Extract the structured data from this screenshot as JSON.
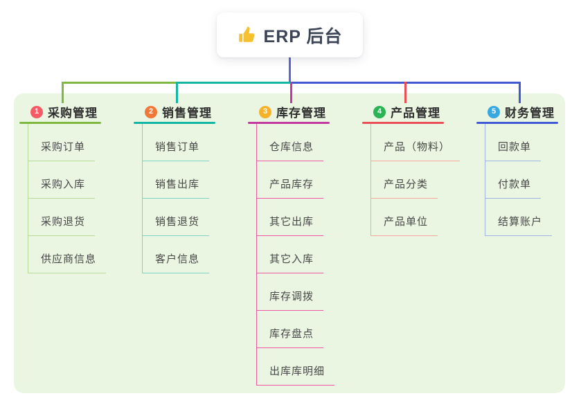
{
  "root": {
    "title": "ERP 后台",
    "icon": "thumbs-up-icon",
    "icon_color": "#f6c02e"
  },
  "colors": {
    "canvas_bg": "#ffffff",
    "panel_bg": "#eaf6e2",
    "root_line": "#5b66d8",
    "title_text": "#3c4456",
    "branch_text": "#2e2e2e",
    "item_text": "#474747"
  },
  "branches": [
    {
      "badge": "1",
      "badge_color": "#f45b66",
      "title": "采购管理",
      "line_color": "#7eb83f",
      "sub_line_color": "#b6da96",
      "items": [
        "采购订单",
        "采购入库",
        "采购退货",
        "供应商信息"
      ]
    },
    {
      "badge": "2",
      "badge_color": "#f0793a",
      "title": "销售管理",
      "line_color": "#13b5a5",
      "sub_line_color": "#7cd5c4",
      "items": [
        "销售订单",
        "销售出库",
        "销售退货",
        "客户信息"
      ]
    },
    {
      "badge": "3",
      "badge_color": "#f6b32a",
      "title": "库存管理",
      "line_color": "#c23a9f",
      "sub_line_color": "#ee58a3",
      "items": [
        "仓库信息",
        "产品库存",
        "其它出库",
        "其它入库",
        "库存调拨",
        "库存盘点",
        "出库库明细"
      ]
    },
    {
      "badge": "4",
      "badge_color": "#2bb356",
      "title": "产品管理",
      "line_color": "#ea4f58",
      "sub_line_color": "#f5a89f",
      "items": [
        "产品（物料）",
        "产品分类",
        "产品单位"
      ]
    },
    {
      "badge": "5",
      "badge_color": "#38a9e0",
      "title": "财务管理",
      "line_color": "#4159d3",
      "sub_line_color": "#9fb4e6",
      "items": [
        "回款单",
        "付款单",
        "结算账户"
      ]
    }
  ]
}
